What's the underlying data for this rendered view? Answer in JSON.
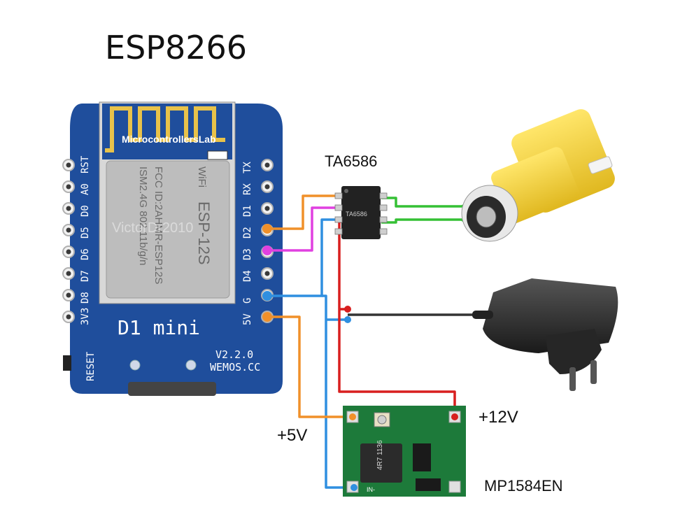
{
  "title": "ESP8266",
  "board": {
    "brand": "MicrocontrollersLab",
    "watermark": "VictorDr2010",
    "module_lines": [
      "ESP-12S",
      "ISM2.4G 802.11b/g/n",
      "FCC ID:2AHMR-ESP12S",
      "WiFi"
    ],
    "name": "D1 mini",
    "version": "V2.2.0",
    "site": "WEMOS.CC",
    "reset": "RESET",
    "left_pins": [
      "RST",
      "A0",
      "D0",
      "D5",
      "D6",
      "D7",
      "D8",
      "3V3"
    ],
    "right_pins": [
      "TX",
      "RX",
      "D1",
      "D2",
      "D3",
      "D4",
      "G",
      "5V"
    ],
    "colors": {
      "pcb": "#1f4e9c",
      "module": "#c4c4c4",
      "antenna": "#e8c24a"
    }
  },
  "driver": {
    "label": "TA6586",
    "chip_text": "TA6586"
  },
  "regulator": {
    "label": "MP1584EN",
    "chip_text": "4R7 1136",
    "sun_text": "IN-"
  },
  "voltages": {
    "plus12": "+12V",
    "plus5": "+5V"
  },
  "components": {
    "motor_icon": "gear-motor-icon",
    "adapter_icon": "power-adapter-icon"
  },
  "wire_colors": {
    "d2": "#f0902a",
    "d3": "#e040e0",
    "gnd": "#2f8fe0",
    "v5": "#f0902a",
    "v12": "#d81f1f",
    "motor": "#35c035",
    "adapter": "#333333"
  }
}
